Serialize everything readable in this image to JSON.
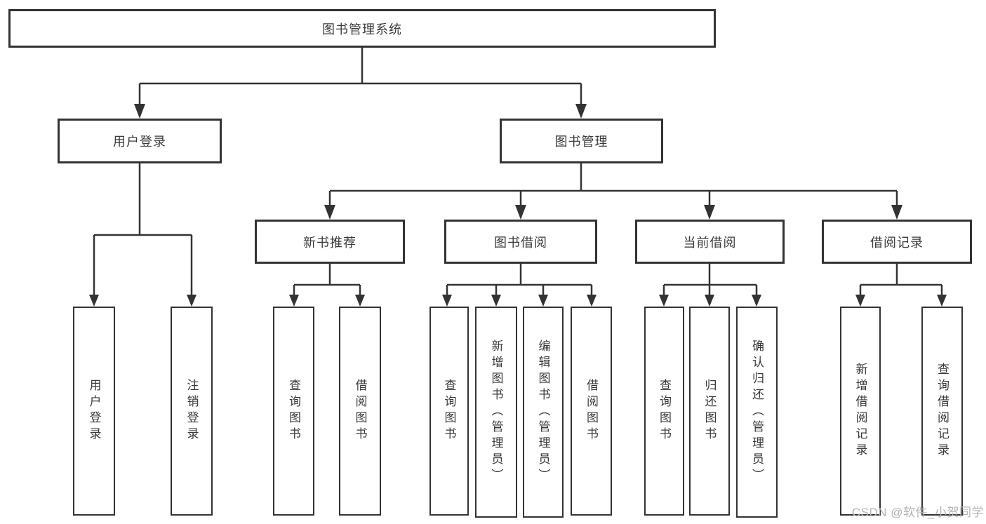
{
  "tree": {
    "label": "图书管理系统",
    "children": [
      {
        "label": "用户登录",
        "children": [
          {
            "label": "用户登录"
          },
          {
            "label": "注销登录"
          }
        ]
      },
      {
        "label": "图书管理",
        "children": [
          {
            "label": "新书推荐",
            "children": [
              {
                "label": "查询图书"
              },
              {
                "label": "借阅图书"
              }
            ]
          },
          {
            "label": "图书借阅",
            "children": [
              {
                "label": "查询图书"
              },
              {
                "label": "新增图书（管理员）"
              },
              {
                "label": "编辑图书（管理员）"
              },
              {
                "label": "借阅图书"
              }
            ]
          },
          {
            "label": "当前借阅",
            "children": [
              {
                "label": "查询图书"
              },
              {
                "label": "归还图书"
              },
              {
                "label": "确认归还（管理员）"
              }
            ]
          },
          {
            "label": "借阅记录",
            "children": [
              {
                "label": "新增借阅记录"
              },
              {
                "label": "查询借阅记录"
              }
            ]
          }
        ]
      }
    ]
  },
  "watermark": {
    "text": "CSDN @软件_小贺同学",
    "color": "#b4b4b4"
  },
  "colors": {
    "line": "#333333",
    "box_border": "#333333",
    "text": "#3a3a3a",
    "background": "#ffffff"
  }
}
